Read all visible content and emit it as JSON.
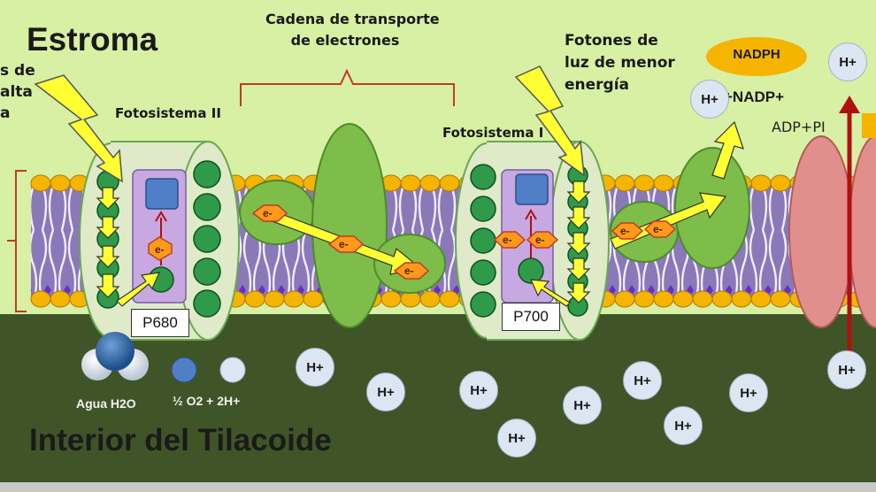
{
  "labels": {
    "stroma": "Estroma",
    "lumen": "Interior del Tilacoide",
    "etc_title": "Cadena de transporte\nde electrones",
    "photosystem_2": "Fotosistema II",
    "photosystem_1": "Fotosistema I",
    "photons_low": "Fotones de\nluz de menor\nenergía",
    "photons_high_cut": "s de\nalta\na",
    "nadph": "NADPH",
    "nadp_reaction": "+NADP+",
    "adp_pi": "ADP+PI",
    "p680": "P680",
    "p700": "P700",
    "water": "Agua H2O",
    "oxygen_products": "½ O2 + 2H+"
  },
  "electron_label": "e-",
  "proton_label": "H+",
  "colors": {
    "stroma": "#d7f0a4",
    "lumen": "#3f5528",
    "membrane_head": "#f5b400",
    "membrane_tail": "#8a78b8",
    "protein_green": "#7ebd4a",
    "chlorophyll": "#2e9a4a",
    "arrow_yellow": "#ffff33",
    "electron_fill": "#ff9a1a",
    "proton_fill": "#dce6f2",
    "atp_synthase": "#e08f8c",
    "proton_arrow": "#b01010"
  },
  "icons": [
    "lightning-bolt-icon",
    "water-molecule-icon",
    "oxygen-atom-icon",
    "proton-icon"
  ]
}
